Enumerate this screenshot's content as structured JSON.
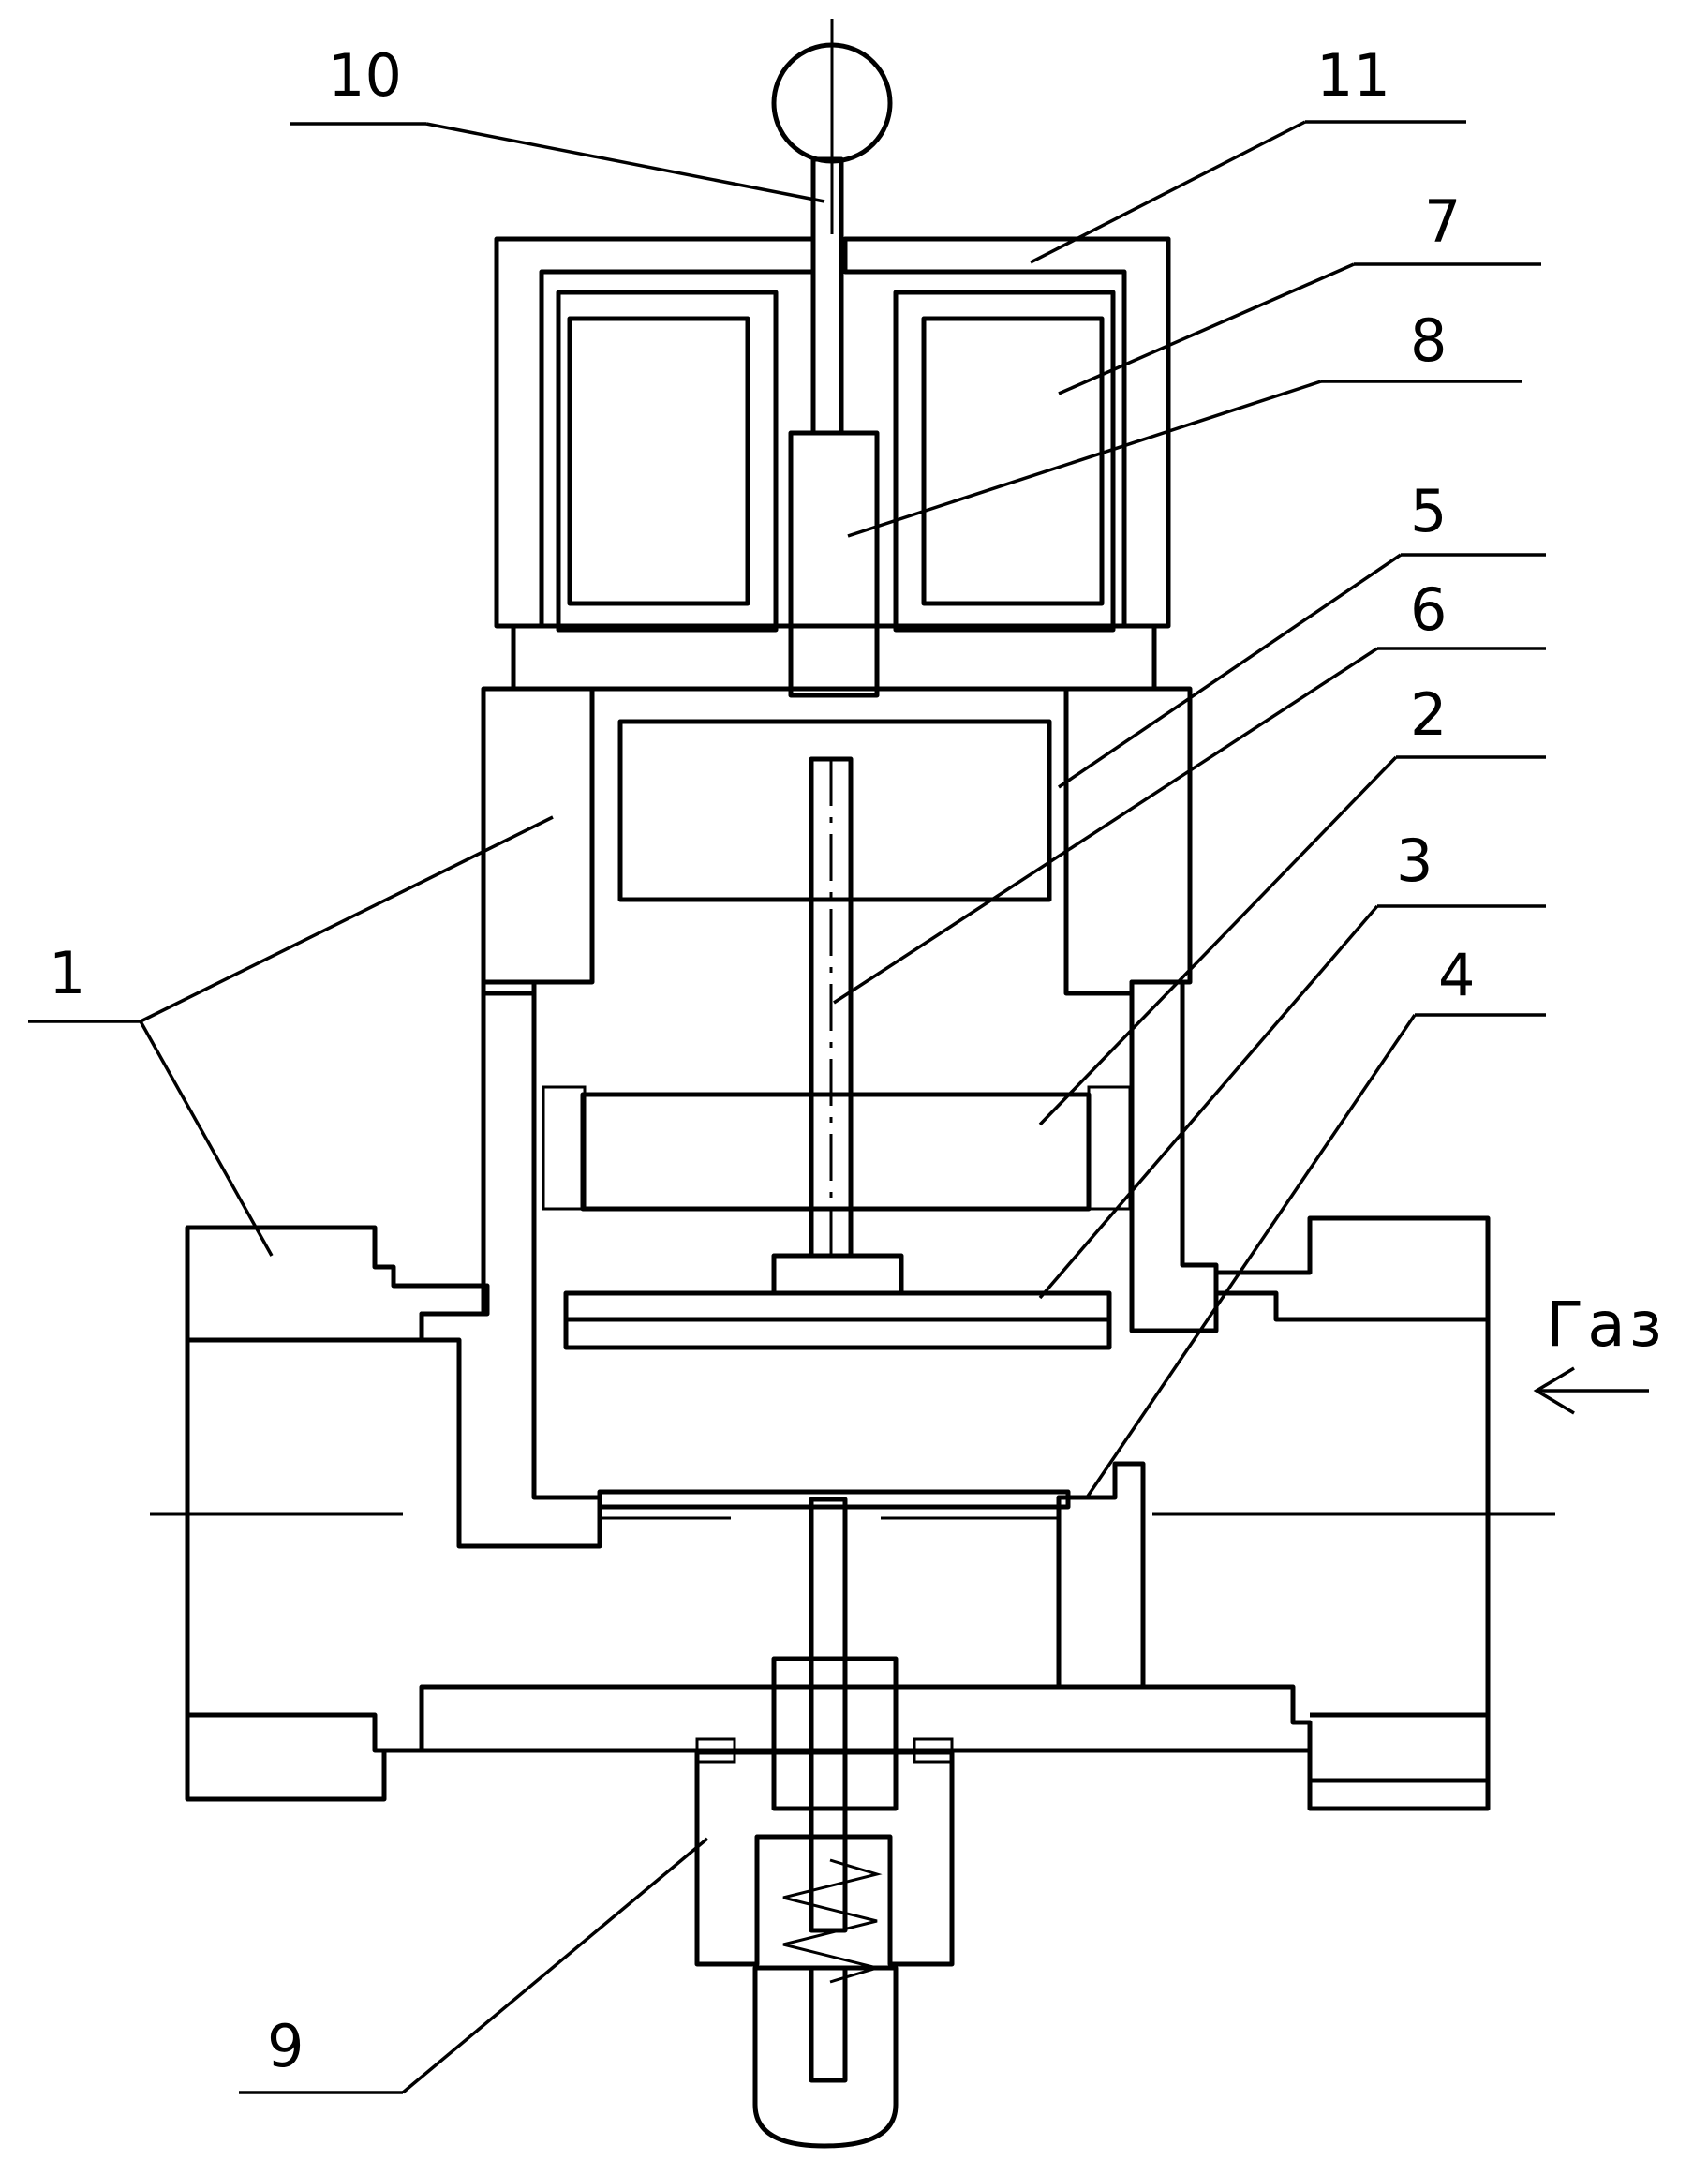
{
  "labels": {
    "l1": "1",
    "l2": "2",
    "l3": "3",
    "l4": "4",
    "l5": "5",
    "l6": "6",
    "l7": "7",
    "l8": "8",
    "l9": "9",
    "l10": "10",
    "l11": "11"
  },
  "flow": {
    "text": "Газ"
  },
  "colors": {
    "line": "#000000",
    "background": "#ffffff"
  }
}
